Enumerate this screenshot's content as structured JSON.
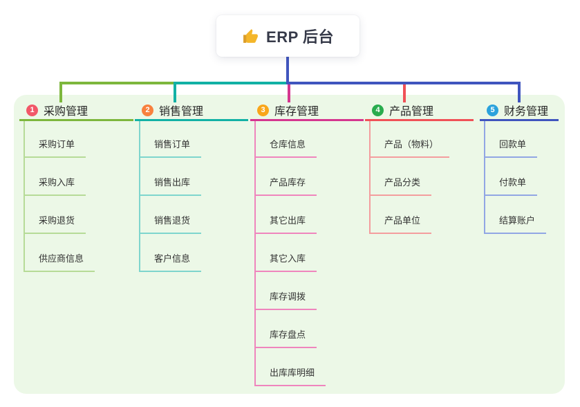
{
  "root": {
    "label": "ERP 后台",
    "icon": "thumbs-up-icon",
    "icon_color": "#f4b62a",
    "text_color": "#363a49",
    "connector_color": "#4055be"
  },
  "canvas": {
    "background": "#ffffff",
    "panel_background": "#ecf8e7"
  },
  "branches": [
    {
      "badge": "1",
      "label": "采购管理",
      "badge_color": "#f25768",
      "line_color": "#7db73d",
      "child_line_color": "#b6db97",
      "children": [
        "采购订单",
        "采购入库",
        "采购退货",
        "供应商信息"
      ]
    },
    {
      "badge": "2",
      "label": "销售管理",
      "badge_color": "#f8813e",
      "line_color": "#12b1a5",
      "child_line_color": "#7ed5cd",
      "children": [
        "销售订单",
        "销售出库",
        "销售退货",
        "客户信息"
      ]
    },
    {
      "badge": "3",
      "label": "库存管理",
      "badge_color": "#f9a61a",
      "line_color": "#d5368f",
      "child_line_color": "#ef85bd",
      "children": [
        "仓库信息",
        "产品库存",
        "其它出库",
        "其它入库",
        "库存调拨",
        "库存盘点",
        "出库库明细"
      ]
    },
    {
      "badge": "4",
      "label": "产品管理",
      "badge_color": "#29ac4e",
      "line_color": "#f05157",
      "child_line_color": "#f49d9e",
      "children": [
        "产品（物料）",
        "产品分类",
        "产品单位"
      ]
    },
    {
      "badge": "5",
      "label": "财务管理",
      "badge_color": "#2ba2dc",
      "line_color": "#4055be",
      "child_line_color": "#91a6e4",
      "children": [
        "回款单",
        "付款单",
        "结算账户"
      ]
    }
  ]
}
